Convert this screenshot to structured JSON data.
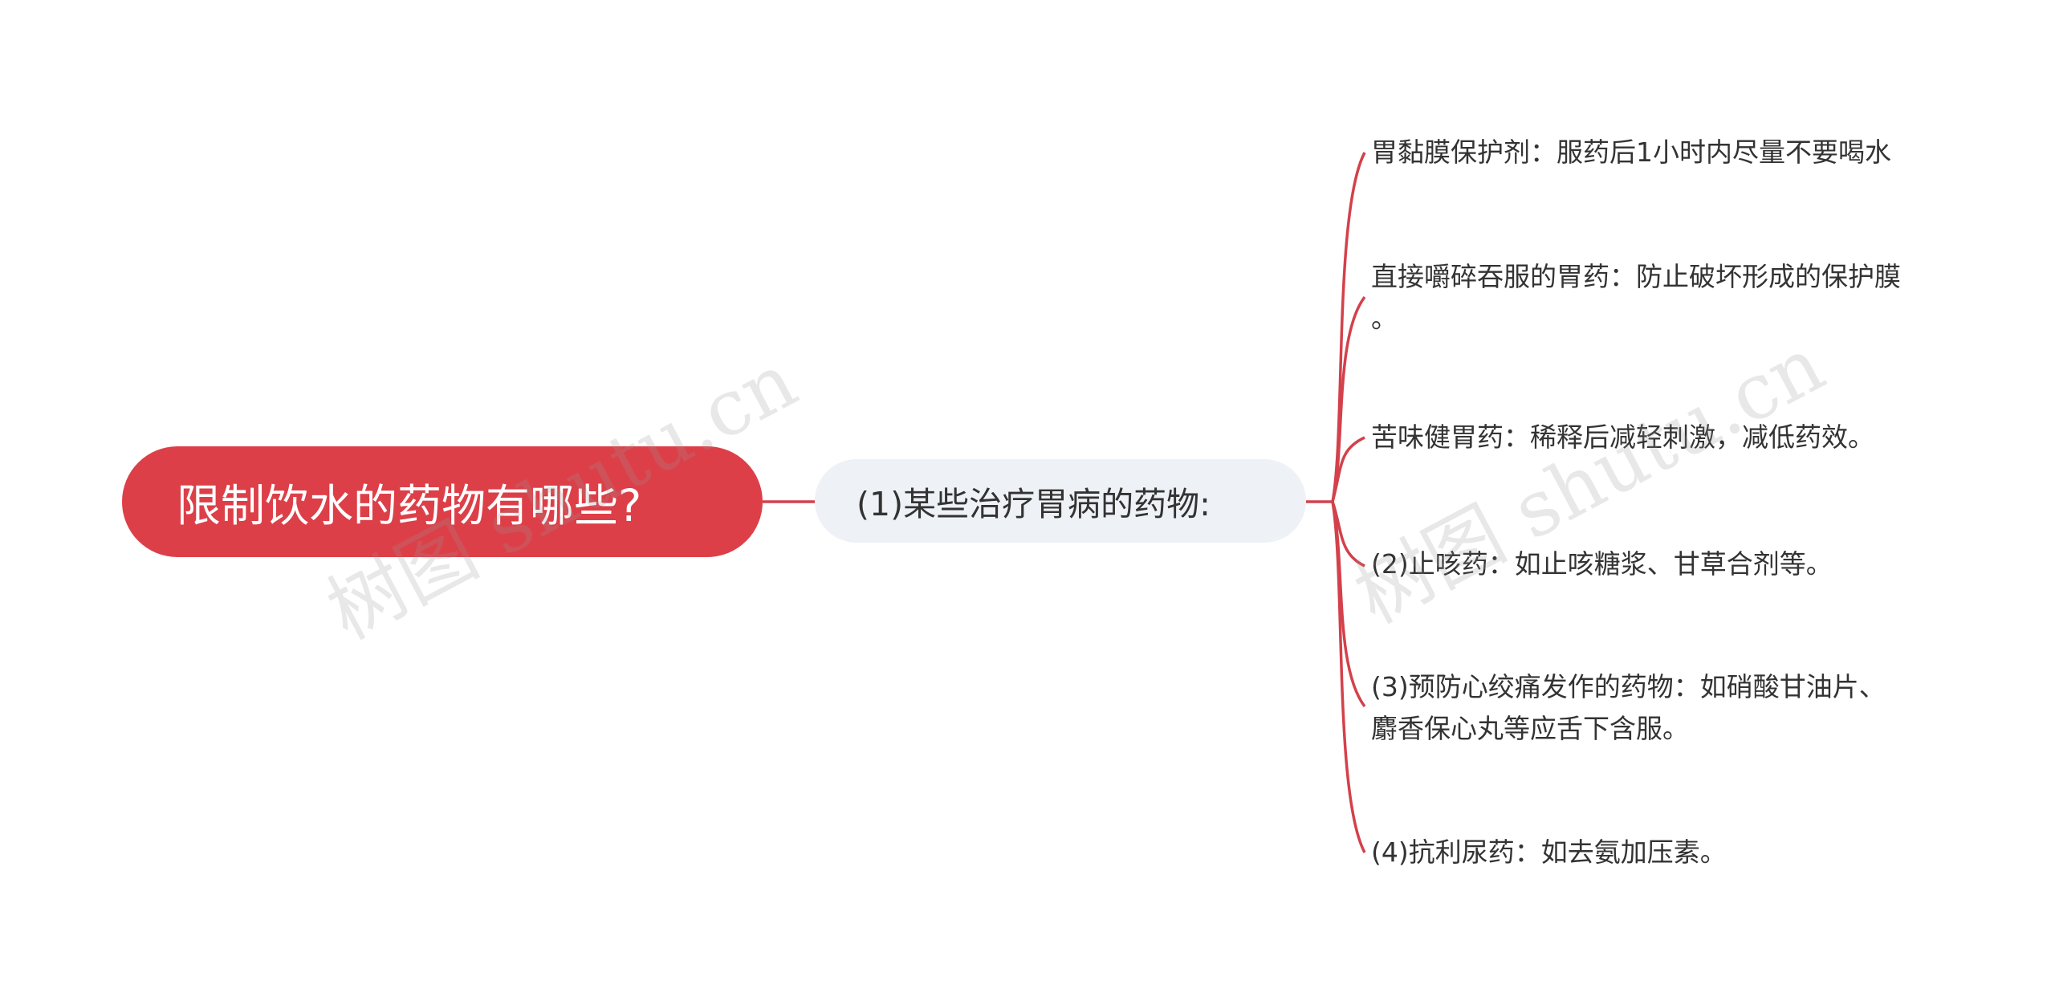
{
  "colors": {
    "root_fill": "#dd3f48",
    "root_text": "#ffffff",
    "branch_fill": "#eef1f5",
    "connector": "#d3414b",
    "leaf_text": "#333333"
  },
  "root": {
    "label": "限制饮水的药物有哪些?"
  },
  "branch": {
    "label": "(1)某些治疗胃病的药物:"
  },
  "leaves": [
    {
      "lines": [
        "胃黏膜保护剂：服药后1小时内尽量不要喝水"
      ]
    },
    {
      "lines": [
        "直接嚼碎吞服的胃药：防止破坏形成的保护膜",
        "。"
      ]
    },
    {
      "lines": [
        "苦味健胃药：稀释后减轻刺激，减低药效。"
      ]
    },
    {
      "lines": [
        "(2)止咳药：如止咳糖浆、甘草合剂等。"
      ]
    },
    {
      "lines": [
        "(3)预防心绞痛发作的药物：如硝酸甘油片、",
        "麝香保心丸等应舌下含服。"
      ]
    },
    {
      "lines": [
        "(4)抗利尿药：如去氨加压素。"
      ]
    }
  ],
  "watermarks": [
    "树图 shutu.cn",
    "树图 shutu.cn"
  ]
}
